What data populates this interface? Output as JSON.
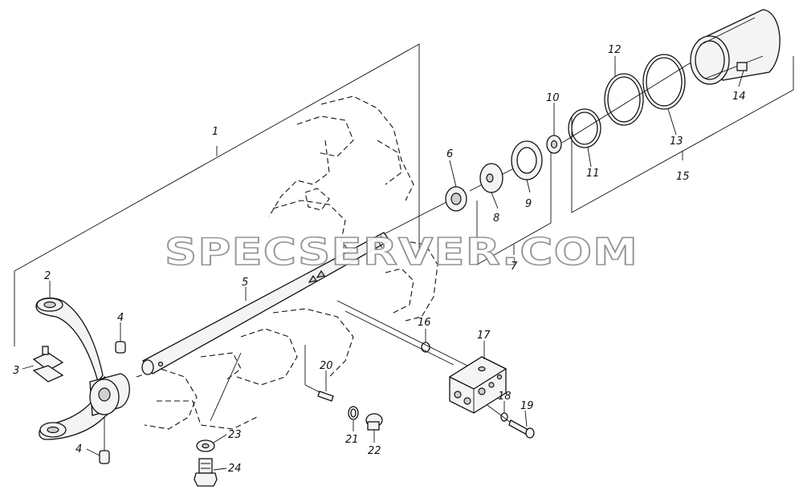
{
  "watermark": "SPECSERVER.COM",
  "callouts": {
    "c1": "1",
    "c2": "2",
    "c3": "3",
    "c4a": "4",
    "c4b": "4",
    "c5": "5",
    "c6": "6",
    "c7": "7",
    "c8": "8",
    "c9": "9",
    "c10": "10",
    "c11": "11",
    "c12": "12",
    "c13": "13",
    "c14": "14",
    "c15": "15",
    "c16": "16",
    "c17": "17",
    "c18": "18",
    "c19": "19",
    "c20": "20",
    "c21": "21",
    "c22": "22",
    "c23": "23",
    "c24": "24"
  }
}
